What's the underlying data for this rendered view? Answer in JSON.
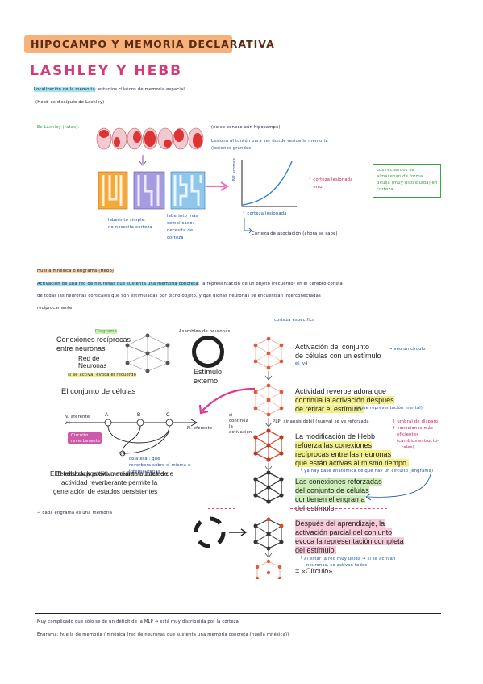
{
  "header": {
    "title": "HIPOCAMPO Y MEMORIA DECLARATIVA",
    "subtitle": "LASHLEY Y HEBB"
  },
  "intro": {
    "line1_hl": "Localización de la memoria",
    "line1_rest": ": estudios clásicos de memoria espacial",
    "line2": "(Hebb es discípulo de Lashley)"
  },
  "lashley": {
    "label": "Ex Lashley (ratas):",
    "note_no_hipo": "(no se conoce aún hipocampo)",
    "lesion_line1": "Lesiona al tuntún para ver donde reside la memoria",
    "lesion_line2": "(lesiones grandes)",
    "maze_simple_1": "laberinto simple:",
    "maze_simple_2": "no necesita corteza",
    "maze_complex_1": "laberinto más",
    "maze_complex_2": "complicado:",
    "maze_complex_3": "necesita de",
    "maze_complex_4": "corteza",
    "legend_1": "↑ corteza lesionada",
    "legend_2": "↑ error",
    "axis_y": "Nº errores",
    "axis_x": "↑ corteza lesionada",
    "assoc_hl": "Corteza de asociación",
    "assoc_rest": "(ahora se sabe)",
    "green_box": "Los recuerdos se almacenan de forma difusa (muy distribuida) en corteza"
  },
  "hebb": {
    "section_title": "Huella mnésica o engrama (Hebb)",
    "def_hl": "Activación de una red de neuronas que sustenta una memoria concreta",
    "def_rest_1": ": la representación de un objeto (recuerdo) en el cerebro consta",
    "def_rest_2": "de todas las neuronas corticales que son estimuladas por dicho objeto, y que dichas neuronas se encuentran interconectadas",
    "def_rest_3": "recíprocamente"
  },
  "figure": {
    "conexiones_1": "Conexiones recíprocas",
    "conexiones_2": "entre neuronas",
    "diagrama": "Diagrama",
    "asamblea": "Asamblea de neuronas",
    "red_1": "Red de",
    "red_2": "Neuronas",
    "se_activa": "si se activa, evoca el recuerdo",
    "estimulo_1": "Estímulo",
    "estimulo_2": "externo",
    "conjunto": "El conjunto de células",
    "corteza_especifica": "corteza específica",
    "step1_1": "Activación del conjunto",
    "step1_2": "de células con un estímulo",
    "step1_ej": "ej: v4",
    "step1_note": "→ veo un círculo",
    "step2_1": "Actividad reverberadora que",
    "step2_2": "continúa la activación después",
    "step2_3": "de retirar el estímulo.",
    "step2_note": "(sigue representación mental)",
    "si_continua": "si continúa la activación",
    "aferente_1": "N. aferente",
    "aferente_2": "V4",
    "eferente": "N. eferente",
    "node_a": "A",
    "node_b": "B",
    "node_c": "C",
    "node_v4": "V4",
    "circuito_1": "Circuito",
    "circuito_2": "reverberante",
    "colateral_1": "colateral: que",
    "colateral_2": "reverbera sobre sí misma o",
    "colateral_3": "interneuronas",
    "feedback_1": "El feedback positivo mediante bucles de",
    "feedback_2": "actividad reverberante permite la",
    "feedback_3": "generación de estados persistentes",
    "plp": "PLP: sinapsis débil (nueva) se ve reforzada",
    "plp_r1": "↑ umbral de disparo",
    "plp_r2": "↑ conexiones más",
    "plp_r3": "eficientes",
    "plp_r4": "(cambios estructu-",
    "plp_r5": "rales)",
    "step3_1": "La modificación de Hebb",
    "step3_2": "refuerza las conexiones",
    "step3_3": "recíprocas entre las neuronas",
    "step3_4": "que están activas al mismo tiempo.",
    "step3_note": "└ ya hay base anatómica de que hay un circuito (engrama)",
    "step4_1": "Las conexiones reforzadas",
    "step4_2": "del conjunto de células",
    "step4_3": "contienen el engrama",
    "step4_4": "del estímulo.",
    "cada_engrama": "→ cada engrama es una memoria",
    "step5_1": "Después del aprendizaje, la",
    "step5_2": "activación parcial del conjunto",
    "step5_3": "evoca la representación completa",
    "step5_4": "del estímulo.",
    "step5_note_1": "└ al estar la red muy unida → si se activan",
    "step5_note_2": "neuronas, se activan todas",
    "circulo": "= «Círculo»"
  },
  "footer": {
    "line1": "Muy complicado que sólo se dé un déficit de la MLP → está muy distribuida por la corteza",
    "engrama_label": "Engrama:",
    "engrama_def": "huella de memoria / mnésica (red de neuronas que sustenta una memoria concreta (huella mnésica))"
  },
  "colors": {
    "banner": "#f6b27a",
    "pink": "#d63a78",
    "blue": "#1a4fa0",
    "green": "#2e9d38"
  }
}
